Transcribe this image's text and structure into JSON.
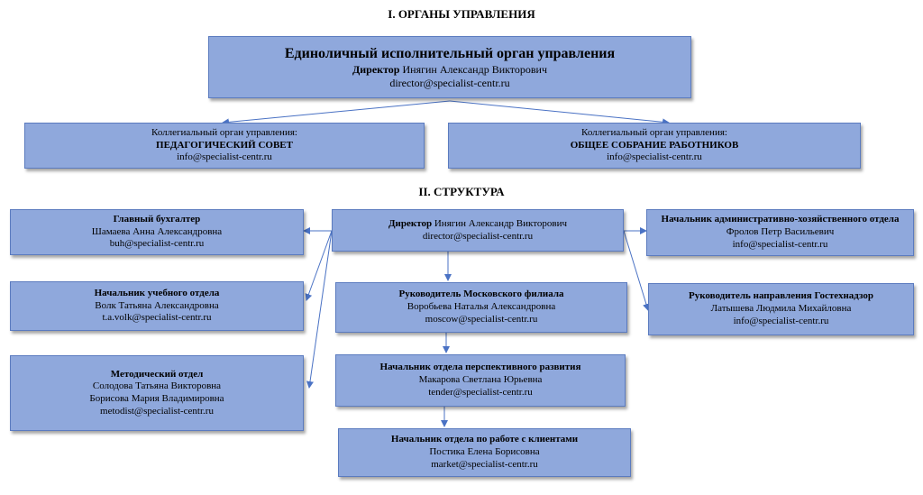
{
  "section1_title": "I. ОРГАНЫ УПРАВЛЕНИЯ",
  "section2_title": "II. СТРУКТУРА",
  "executive": {
    "title": "Единоличный исполнительный орган управления",
    "role": "Директор",
    "name": "Инягин Александр Викторович",
    "email": "director@specialist-centr.ru"
  },
  "council": {
    "subtitle": "Коллегиальный орган управления:",
    "title": "ПЕДАГОГИЧЕСКИЙ СОВЕТ",
    "email": "info@specialist-centr.ru"
  },
  "assembly": {
    "subtitle": "Коллегиальный орган управления:",
    "title": "ОБЩЕЕ СОБРАНИЕ РАБОТНИКОВ",
    "email": "info@specialist-centr.ru"
  },
  "director": {
    "role": "Директор",
    "name": "Инягин Александр Викторович",
    "email": "director@specialist-centr.ru"
  },
  "accountant": {
    "title": "Главный бухгалтер",
    "name": "Шамаева Анна Александровна",
    "email": "buh@specialist-centr.ru"
  },
  "education": {
    "title": "Начальник учебного отдела",
    "name": "Волк Татьяна Александровна",
    "email": "t.a.volk@specialist-centr.ru"
  },
  "methodic": {
    "title": "Методический отдел",
    "name1": "Солодова Татьяна Викторовна",
    "name2": "Борисова Мария Владимировна",
    "email": "metodist@specialist-centr.ru"
  },
  "moscow": {
    "title": "Руководитель Московского филиала",
    "name": "Воробьева Наталья Александровна",
    "email": "moscow@specialist-centr.ru"
  },
  "perspective": {
    "title": "Начальник отдела перспективного развития",
    "name": "Макарова Светлана Юрьевна",
    "email": "tender@specialist-centr.ru"
  },
  "clients": {
    "title": "Начальник отдела по работе с клиентами",
    "name": "Постика Елена Борисовна",
    "email": "market@specialist-centr.ru"
  },
  "admin": {
    "title": "Начальник административно-хозяйственного отдела",
    "name": "Фролов Петр Васильевич",
    "email": "info@specialist-centr.ru"
  },
  "gostech": {
    "title": "Руководитель направления Гостехнадзор",
    "name": "Латышева Людмила Михайловна",
    "email": "info@specialist-centr.ru"
  },
  "colors": {
    "box_fill": "#8fa8dc",
    "box_border": "#5b7bbf",
    "connector": "#4a72c4"
  }
}
